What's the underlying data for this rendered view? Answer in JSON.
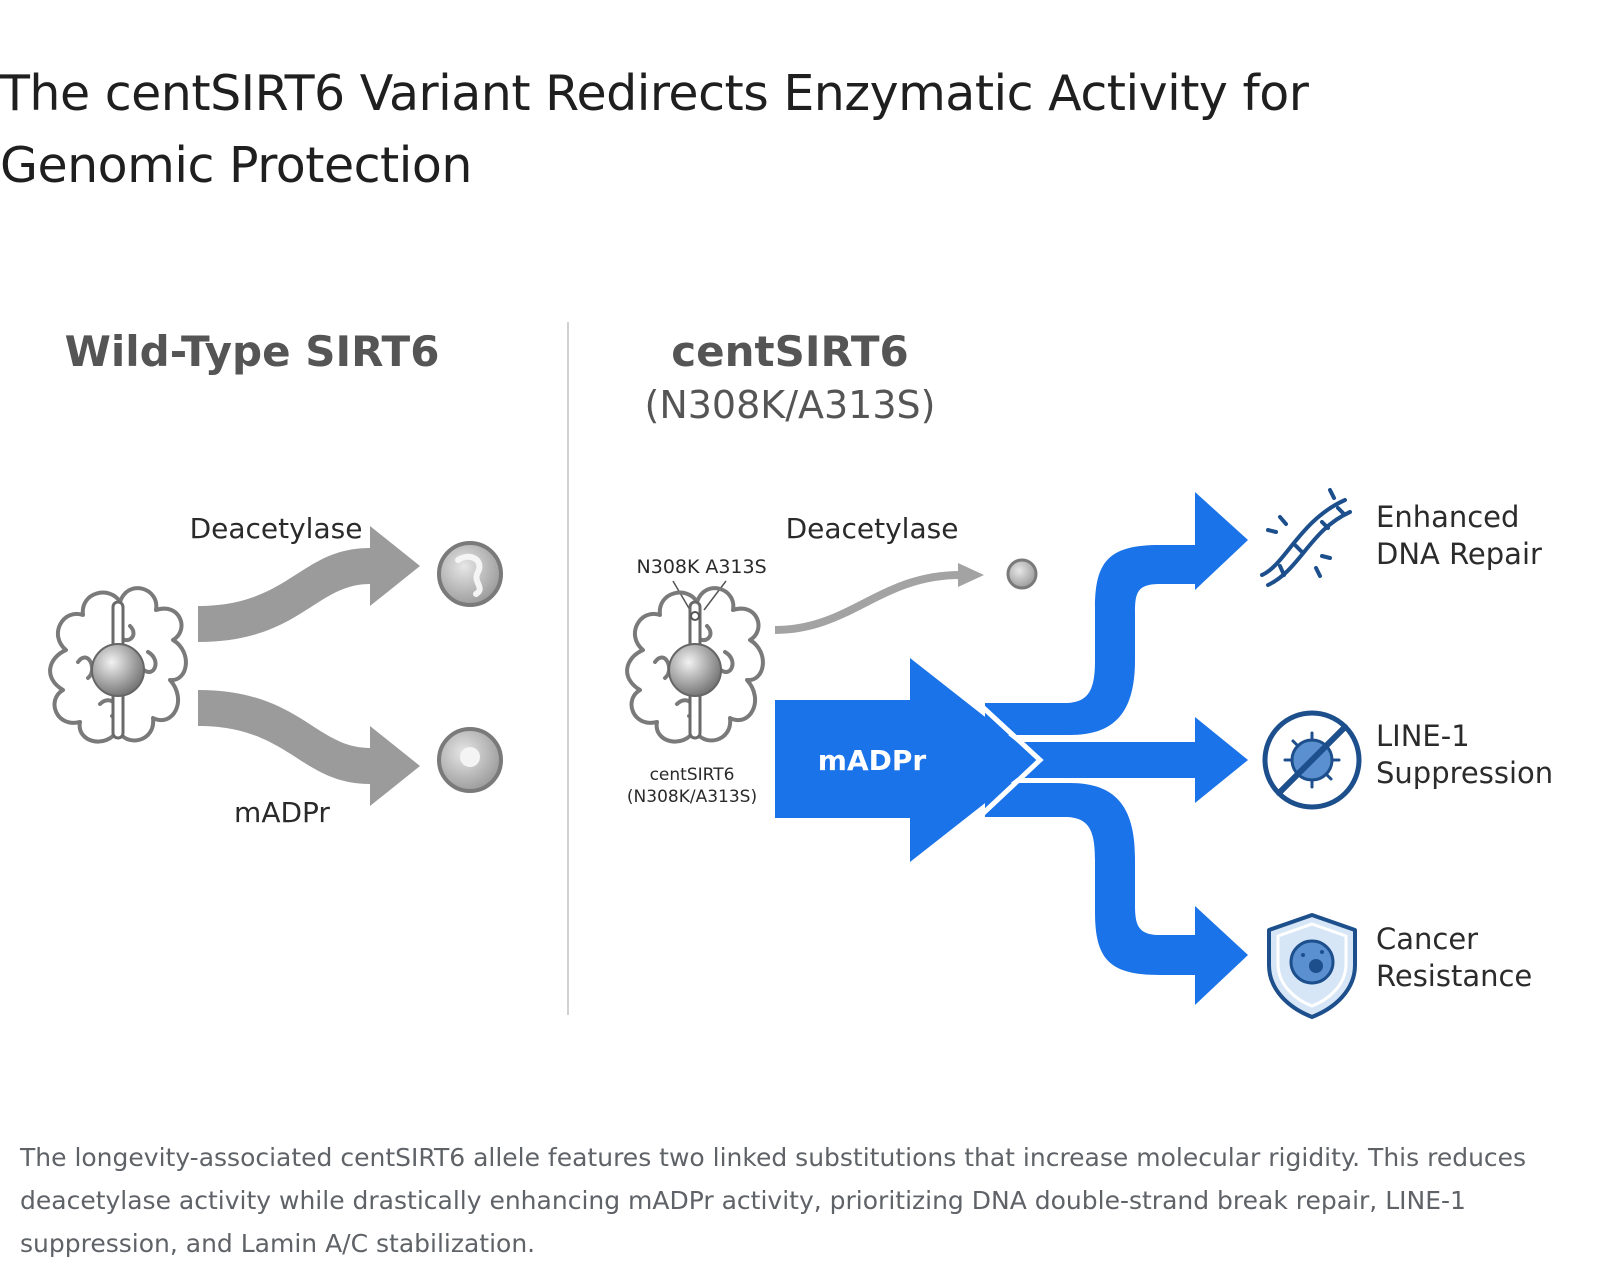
{
  "title": "The centSIRT6 Variant Redirects Enzymatic Activity for Genomic Protection",
  "figure": {
    "left_panel": {
      "heading": "Wild-Type SIRT6",
      "deacetylase_label": "Deacetylase",
      "madpr_label": "mADPr"
    },
    "right_panel": {
      "heading": "centSIRT6",
      "heading_sub": "(N308K/A313S)",
      "mutation_1": "N308K",
      "mutation_2": "A313S",
      "protein_label": "centSIRT6",
      "protein_label_sub": "(N308K/A313S)",
      "deacetylase_label": "Deacetylase",
      "madpr_label": "mADPr",
      "outcomes": [
        {
          "line1": "Enhanced",
          "line2": "DNA Repair",
          "icon": "dna-repair-icon"
        },
        {
          "line1": "LINE-1",
          "line2": "Suppression",
          "icon": "virus-blocked-icon"
        },
        {
          "line1": "Cancer",
          "line2": "Resistance",
          "icon": "cell-shield-icon"
        }
      ]
    },
    "colors": {
      "accent_blue": "#1a73e8",
      "arrow_gray": "#9b9b9b",
      "icon_navy": "#1c4f8c"
    }
  },
  "caption": "The longevity-associated centSIRT6 allele features two linked substitutions that increase molecular rigidity. This reduces deacetylase activity while drastically enhancing mADPr activity, prioritizing DNA double-strand break repair, LINE-1 suppression, and Lamin A/C stabilization."
}
